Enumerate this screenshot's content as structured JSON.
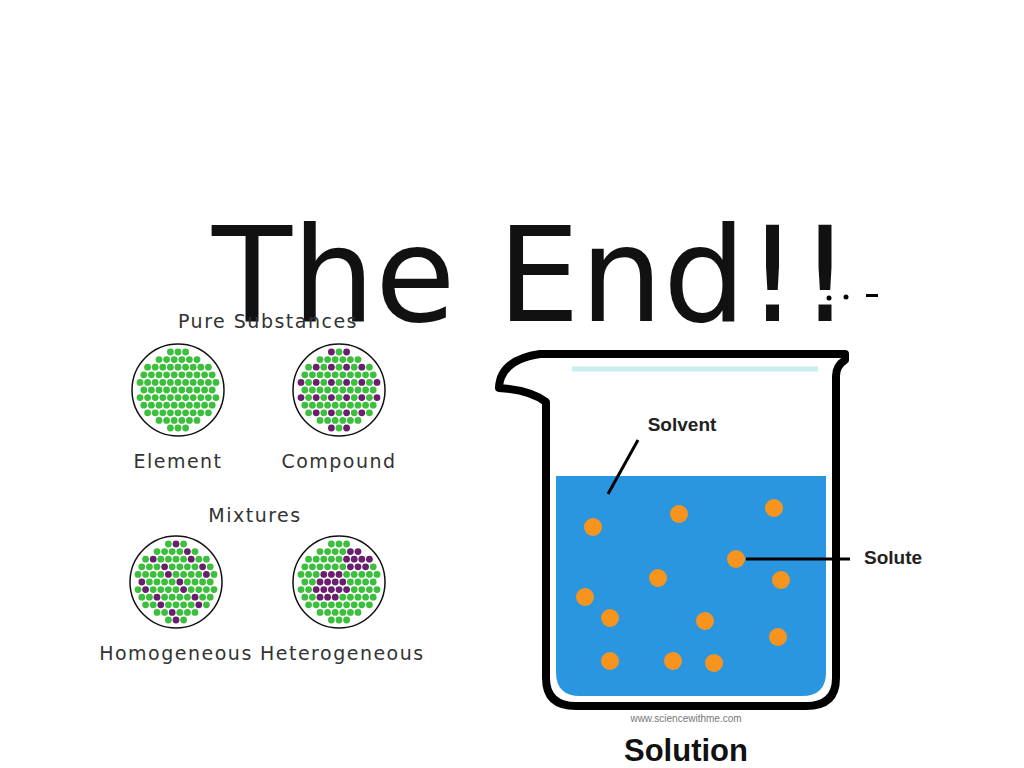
{
  "diagram": {
    "title": "The End!!",
    "nodes": [
      {
        "text": [
          "Element"
        ]
      },
      {
        "text": [
          "Compound"
        ]
      },
      {
        "text": [
          "Homogeneous"
        ]
      },
      {
        "text": [
          "Heterogeneous"
        ]
      }
    ],
    "labels": [
      "Pure Substances",
      "Mixtures",
      "Solvent",
      "Solute",
      "www.sciencewithme.com",
      "Solution"
    ]
  }
}
